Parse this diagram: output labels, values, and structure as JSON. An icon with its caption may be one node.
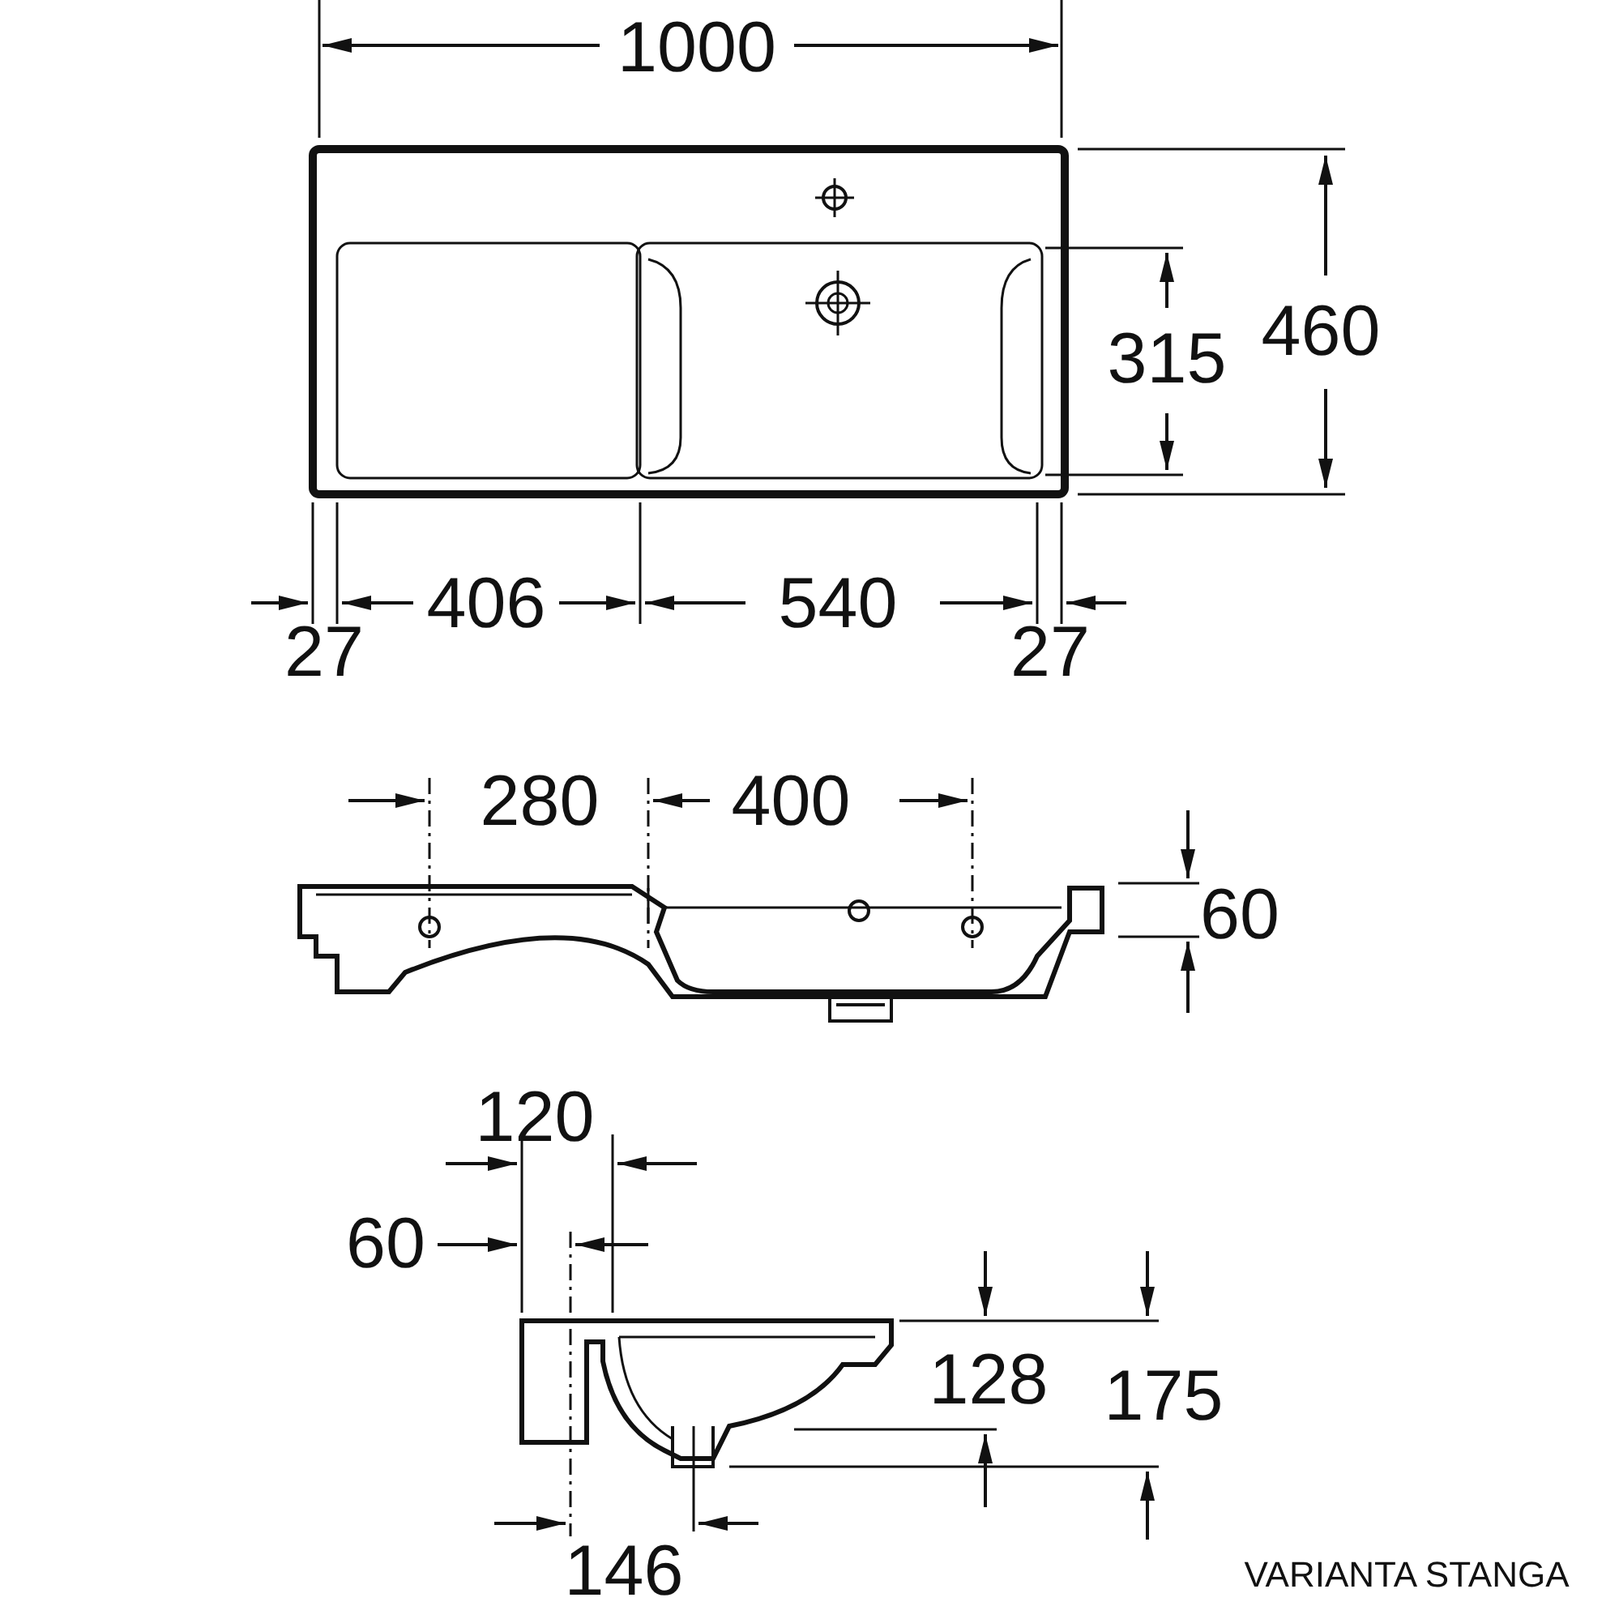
{
  "diagram": {
    "labels": [
      "1000",
      "460",
      "315",
      "406",
      "540",
      "27",
      "27",
      "280",
      "400",
      "60",
      "120",
      "60",
      "128",
      "175",
      "146",
      "VARIANTA STANGA"
    ]
  }
}
